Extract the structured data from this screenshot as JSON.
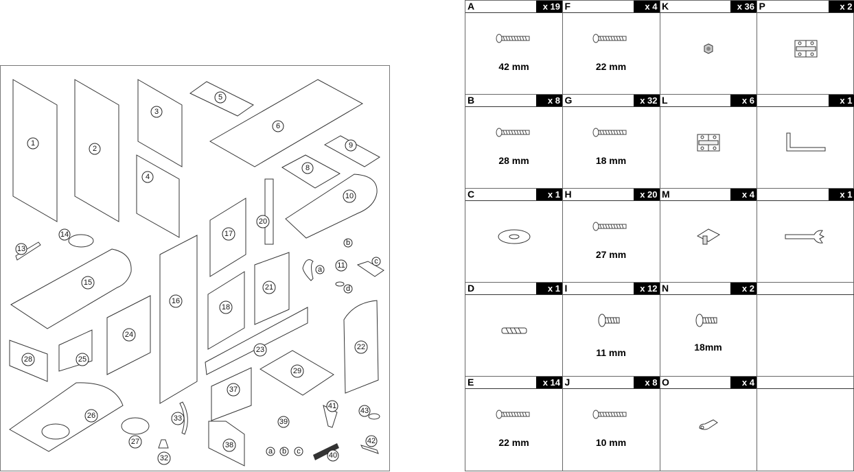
{
  "parts_labels": {
    "p1": "1",
    "p2": "2",
    "p3": "3",
    "p4": "4",
    "p5": "5",
    "p6": "6",
    "p8": "8",
    "p9": "9",
    "p10": "10",
    "p11": "11",
    "p11a": "a",
    "p11b": "b",
    "p11c": "c",
    "p11d": "d",
    "p13": "13",
    "p14": "14",
    "p15": "15",
    "p16": "16",
    "p17": "17",
    "p18": "18",
    "p20": "20",
    "p21": "21",
    "p22": "22",
    "p23": "23",
    "p24": "24",
    "p25": "25",
    "p26": "26",
    "p27": "27",
    "p28": "28",
    "p29": "29",
    "p32": "32",
    "p33": "33",
    "p37": "37",
    "p38": "38",
    "p39": "39",
    "p39a": "a",
    "p39b": "b",
    "p39c": "c",
    "p40": "40",
    "p41": "41",
    "p42": "42",
    "p43": "43"
  },
  "hardware": [
    {
      "letter": "A",
      "qty": "x 19",
      "size": "42 mm",
      "icon": "screw-icon"
    },
    {
      "letter": "F",
      "qty": "x 4",
      "size": "22 mm",
      "icon": "screw-icon"
    },
    {
      "letter": "K",
      "qty": "x 36",
      "size": "",
      "icon": "nut-icon"
    },
    {
      "letter": "P",
      "qty": "x 2",
      "size": "",
      "icon": "hinge-icon"
    },
    {
      "letter": "B",
      "qty": "x 8",
      "size": "28 mm",
      "icon": "screw-icon"
    },
    {
      "letter": "G",
      "qty": "x 32",
      "size": "18 mm",
      "icon": "screw-icon"
    },
    {
      "letter": "L",
      "qty": "x 6",
      "size": "",
      "icon": "hinge-icon"
    },
    {
      "letter": "",
      "qty": "x 1",
      "size": "",
      "icon": "allen-key-icon"
    },
    {
      "letter": "C",
      "qty": "x 1",
      "size": "",
      "icon": "washer-icon"
    },
    {
      "letter": "H",
      "qty": "x 20",
      "size": "27 mm",
      "icon": "screw-icon"
    },
    {
      "letter": "M",
      "qty": "x 4",
      "size": "",
      "icon": "bracket-icon"
    },
    {
      "letter": "",
      "qty": "x 1",
      "size": "",
      "icon": "wrench-icon"
    },
    {
      "letter": "D",
      "qty": "x 1",
      "size": "",
      "icon": "dowel-icon"
    },
    {
      "letter": "I",
      "qty": "x 12",
      "size": "11 mm",
      "icon": "washer-screw-icon"
    },
    {
      "letter": "N",
      "qty": "x 2",
      "size": "18mm",
      "icon": "washer-screw-icon"
    },
    {
      "letter": "",
      "qty": "",
      "size": "",
      "icon": ""
    },
    {
      "letter": "E",
      "qty": "x 14",
      "size": "22 mm",
      "icon": "screw-icon"
    },
    {
      "letter": "J",
      "qty": "x 8",
      "size": "10 mm",
      "icon": "screw-icon"
    },
    {
      "letter": "O",
      "qty": "x 4",
      "size": "",
      "icon": "clip-icon"
    },
    {
      "letter": "",
      "qty": "",
      "size": "",
      "icon": ""
    }
  ]
}
